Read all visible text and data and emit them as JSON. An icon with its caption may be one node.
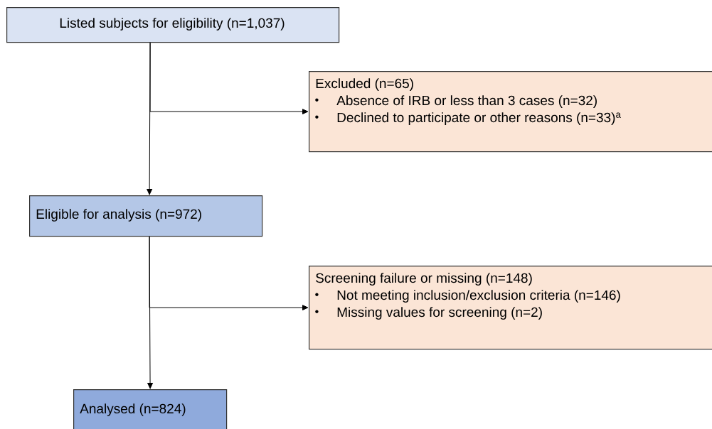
{
  "diagram": {
    "nodes": [
      {
        "text": [
          "Listed subjects for eligibility (n=1,037)"
        ]
      },
      {
        "text": [
          "Excluded  (n=65)",
          "Absence of IRB or less than 3 cases (n=32)",
          "Declined to participate or other reasons (n=33)$^{a}$"
        ]
      },
      {
        "text": [
          "Eligible for analysis (n=972)"
        ]
      },
      {
        "text": [
          "Screening failure or missing (n=148)",
          "Not meeting inclusion/exclusion criteria (n=146)",
          "Missing values for screening (n=2)"
        ]
      },
      {
        "text": [
          "Analysed (n=824)"
        ]
      }
    ],
    "edges": [
      {
        "from": 0,
        "to": 2,
        "arrow": "to"
      },
      {
        "from": 0,
        "to": 1,
        "arrow": "to"
      },
      {
        "from": 2,
        "to": 4,
        "arrow": "to"
      },
      {
        "from": 2,
        "to": 3,
        "arrow": "to"
      }
    ]
  }
}
